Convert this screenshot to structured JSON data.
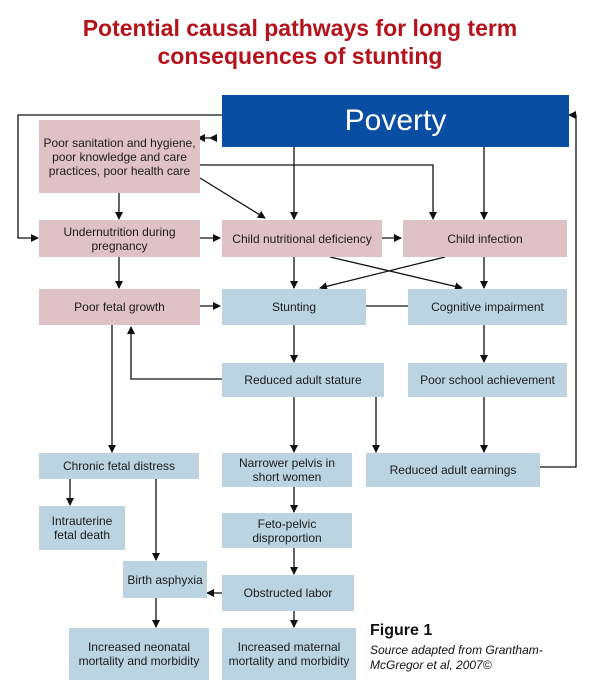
{
  "title_line1": "Potential causal pathways for long term",
  "title_line2": "consequences of stunting",
  "boxes": {
    "poverty": "Poverty",
    "poor_sanitation": "Poor sanitation and hygiene, poor knowledge and care practices, poor health care",
    "undernutrition_pregnancy": "Undernutrition during pregnancy",
    "child_nutritional_deficiency": "Child nutritional deficiency",
    "child_infection": "Child infection",
    "poor_fetal_growth": "Poor fetal growth",
    "stunting": "Stunting",
    "cognitive_impairment": "Cognitive impairment",
    "reduced_adult_stature": "Reduced adult stature",
    "poor_school_achievement": "Poor school achievement",
    "chronic_fetal_distress": "Chronic fetal distress",
    "narrower_pelvis": "Narrower pelvis in short women",
    "reduced_adult_earnings": "Reduced adult earnings",
    "intrauterine_fetal_death": "Intrauterine fetal death",
    "feto_pelvic_disproportion": "Feto-pelvic disproportion",
    "birth_asphyxia": "Birth asphyxia",
    "obstructed_labor": "Obstructed labor",
    "increased_neonatal": "Increased neonatal mortality and morbidity",
    "increased_maternal": "Increased maternal mortality and morbidity"
  },
  "figure_label": "Figure 1",
  "figure_source": "Source adapted from Grantham-McGregor et al, 2007©",
  "colors": {
    "title": "#b5121b",
    "poverty": "#0a4ea3",
    "pink": "#dfc2c8",
    "blue": "#bcd4e2"
  }
}
